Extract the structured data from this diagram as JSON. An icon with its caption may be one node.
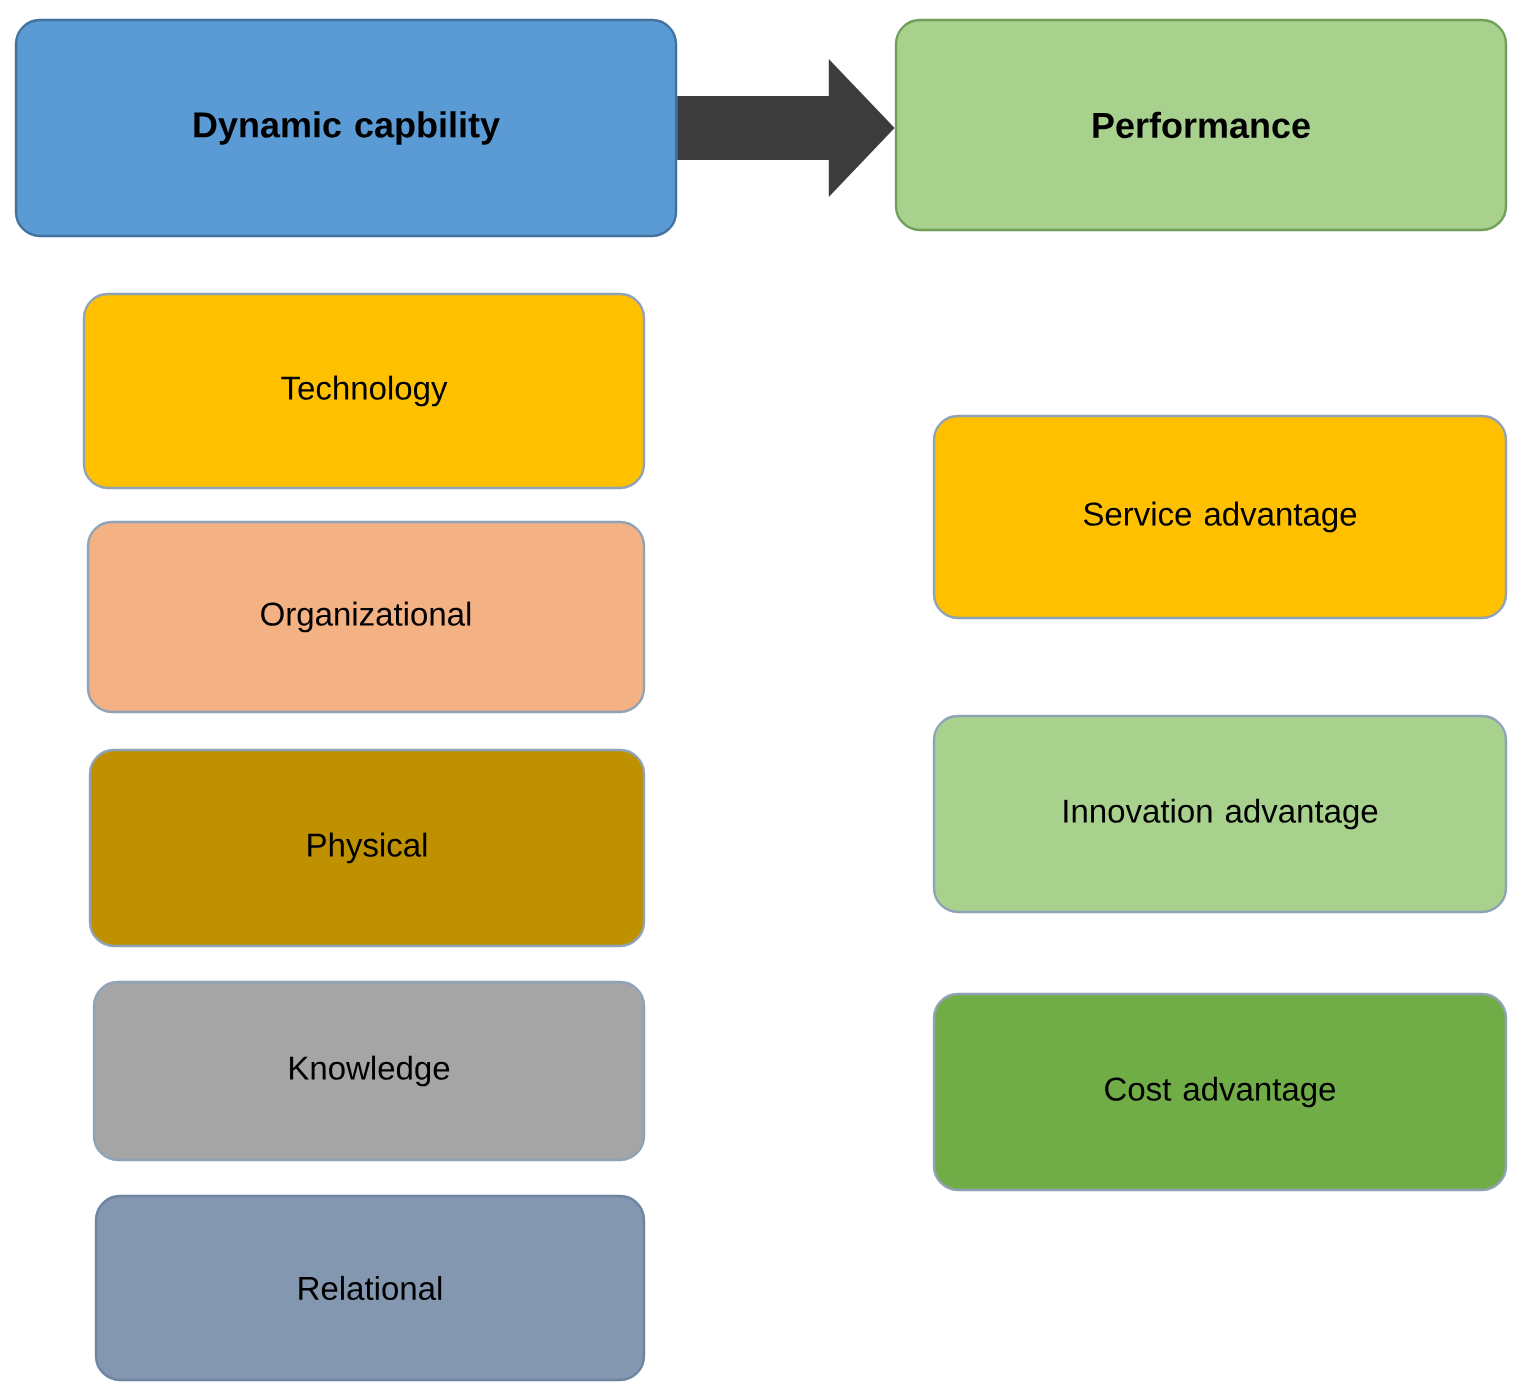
{
  "diagram": {
    "nodes": [
      {
        "text": [
          "Dynamic capbility"
        ]
      },
      {
        "text": [
          "Performance"
        ]
      },
      {
        "text": [
          "Technology"
        ]
      },
      {
        "text": [
          "Organizational"
        ]
      },
      {
        "text": [
          "Physical"
        ]
      },
      {
        "text": [
          "Knowledge"
        ]
      },
      {
        "text": [
          "Relational"
        ]
      },
      {
        "text": [
          "Service advantage"
        ]
      },
      {
        "text": [
          "Innovation advantage"
        ]
      },
      {
        "text": [
          "Cost advantage"
        ]
      }
    ],
    "edges": [
      {
        "from": 0,
        "to": 1,
        "arrow": "to"
      }
    ]
  }
}
